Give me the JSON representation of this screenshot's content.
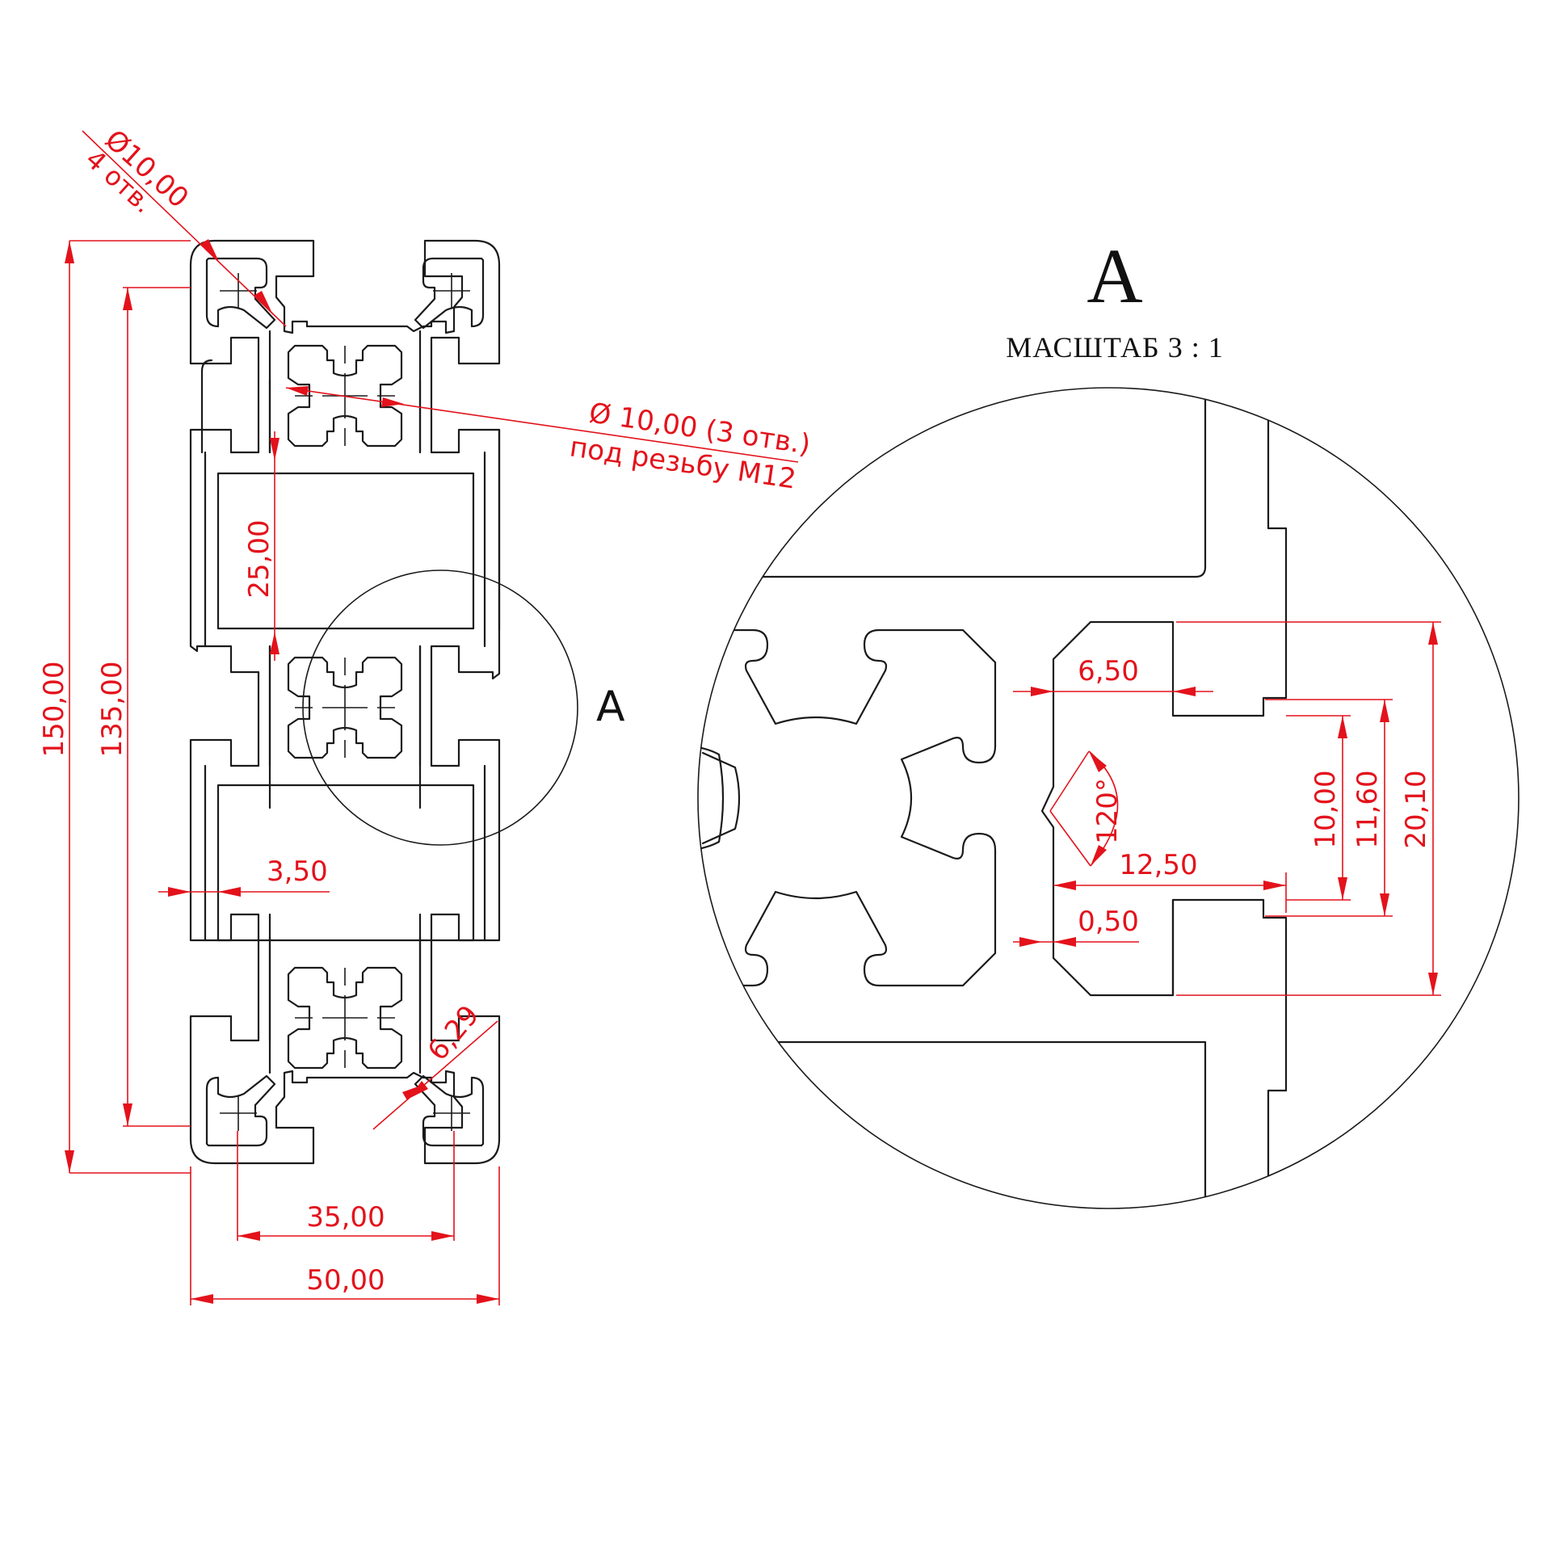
{
  "detail": {
    "callout_label": "A",
    "title": "A",
    "scale": "МАСШТАБ 3 : 1"
  },
  "dimensions": {
    "corner_hole_dia": "Ø10,00",
    "corner_hole_count": "4 отв.",
    "center_hole_dia": "Ø 10,00 (3 отв.)",
    "center_hole_thread": "под резьбу М12",
    "overall_length": "150,00",
    "hole_pitch_length": "135,00",
    "pocket_height": "25,00",
    "wall_thickness": "3,50",
    "slot_offset": "6,29",
    "hole_pitch_width": "35,00",
    "overall_width": "50,00",
    "slot_depth_inner": "6,50",
    "slot_depth_full": "12,50",
    "lip_thickness": "0,50",
    "slot_opening": "10,00",
    "slot_opening_outer": "11,60",
    "slot_width": "20,10",
    "groove_angle": "120°"
  }
}
